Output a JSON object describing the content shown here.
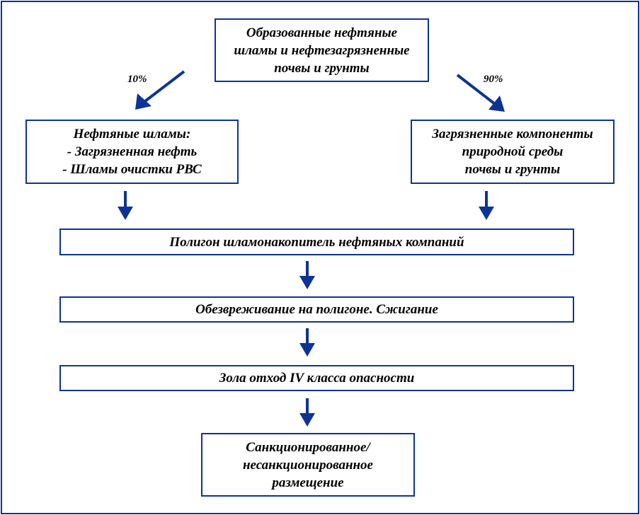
{
  "colors": {
    "border": "#0d3495",
    "arrow": "#0d3495",
    "text": "#000000"
  },
  "top_box": {
    "lines": [
      "Образованные нефтяные",
      "шламы и нефтезагрязненные",
      "почвы и грунты"
    ]
  },
  "left_branch": {
    "percent": "10%",
    "lines": [
      "Нефтяные шламы:",
      "- Загрязненная нефть",
      "- Шламы очистки РВС"
    ]
  },
  "right_branch": {
    "percent": "90%",
    "lines": [
      "Загрязненные компоненты",
      "природной среды",
      "почвы и грунты"
    ]
  },
  "step_polygon": "Полигон шламонакопитель нефтяных компаний",
  "step_neutralization": "Обезвреживание на полигоне. Сжигание",
  "step_ash": "Зола отход IV класса опасности",
  "final_box": {
    "lines": [
      "Санкционированное/",
      "несанкционированное",
      "размещение"
    ]
  }
}
